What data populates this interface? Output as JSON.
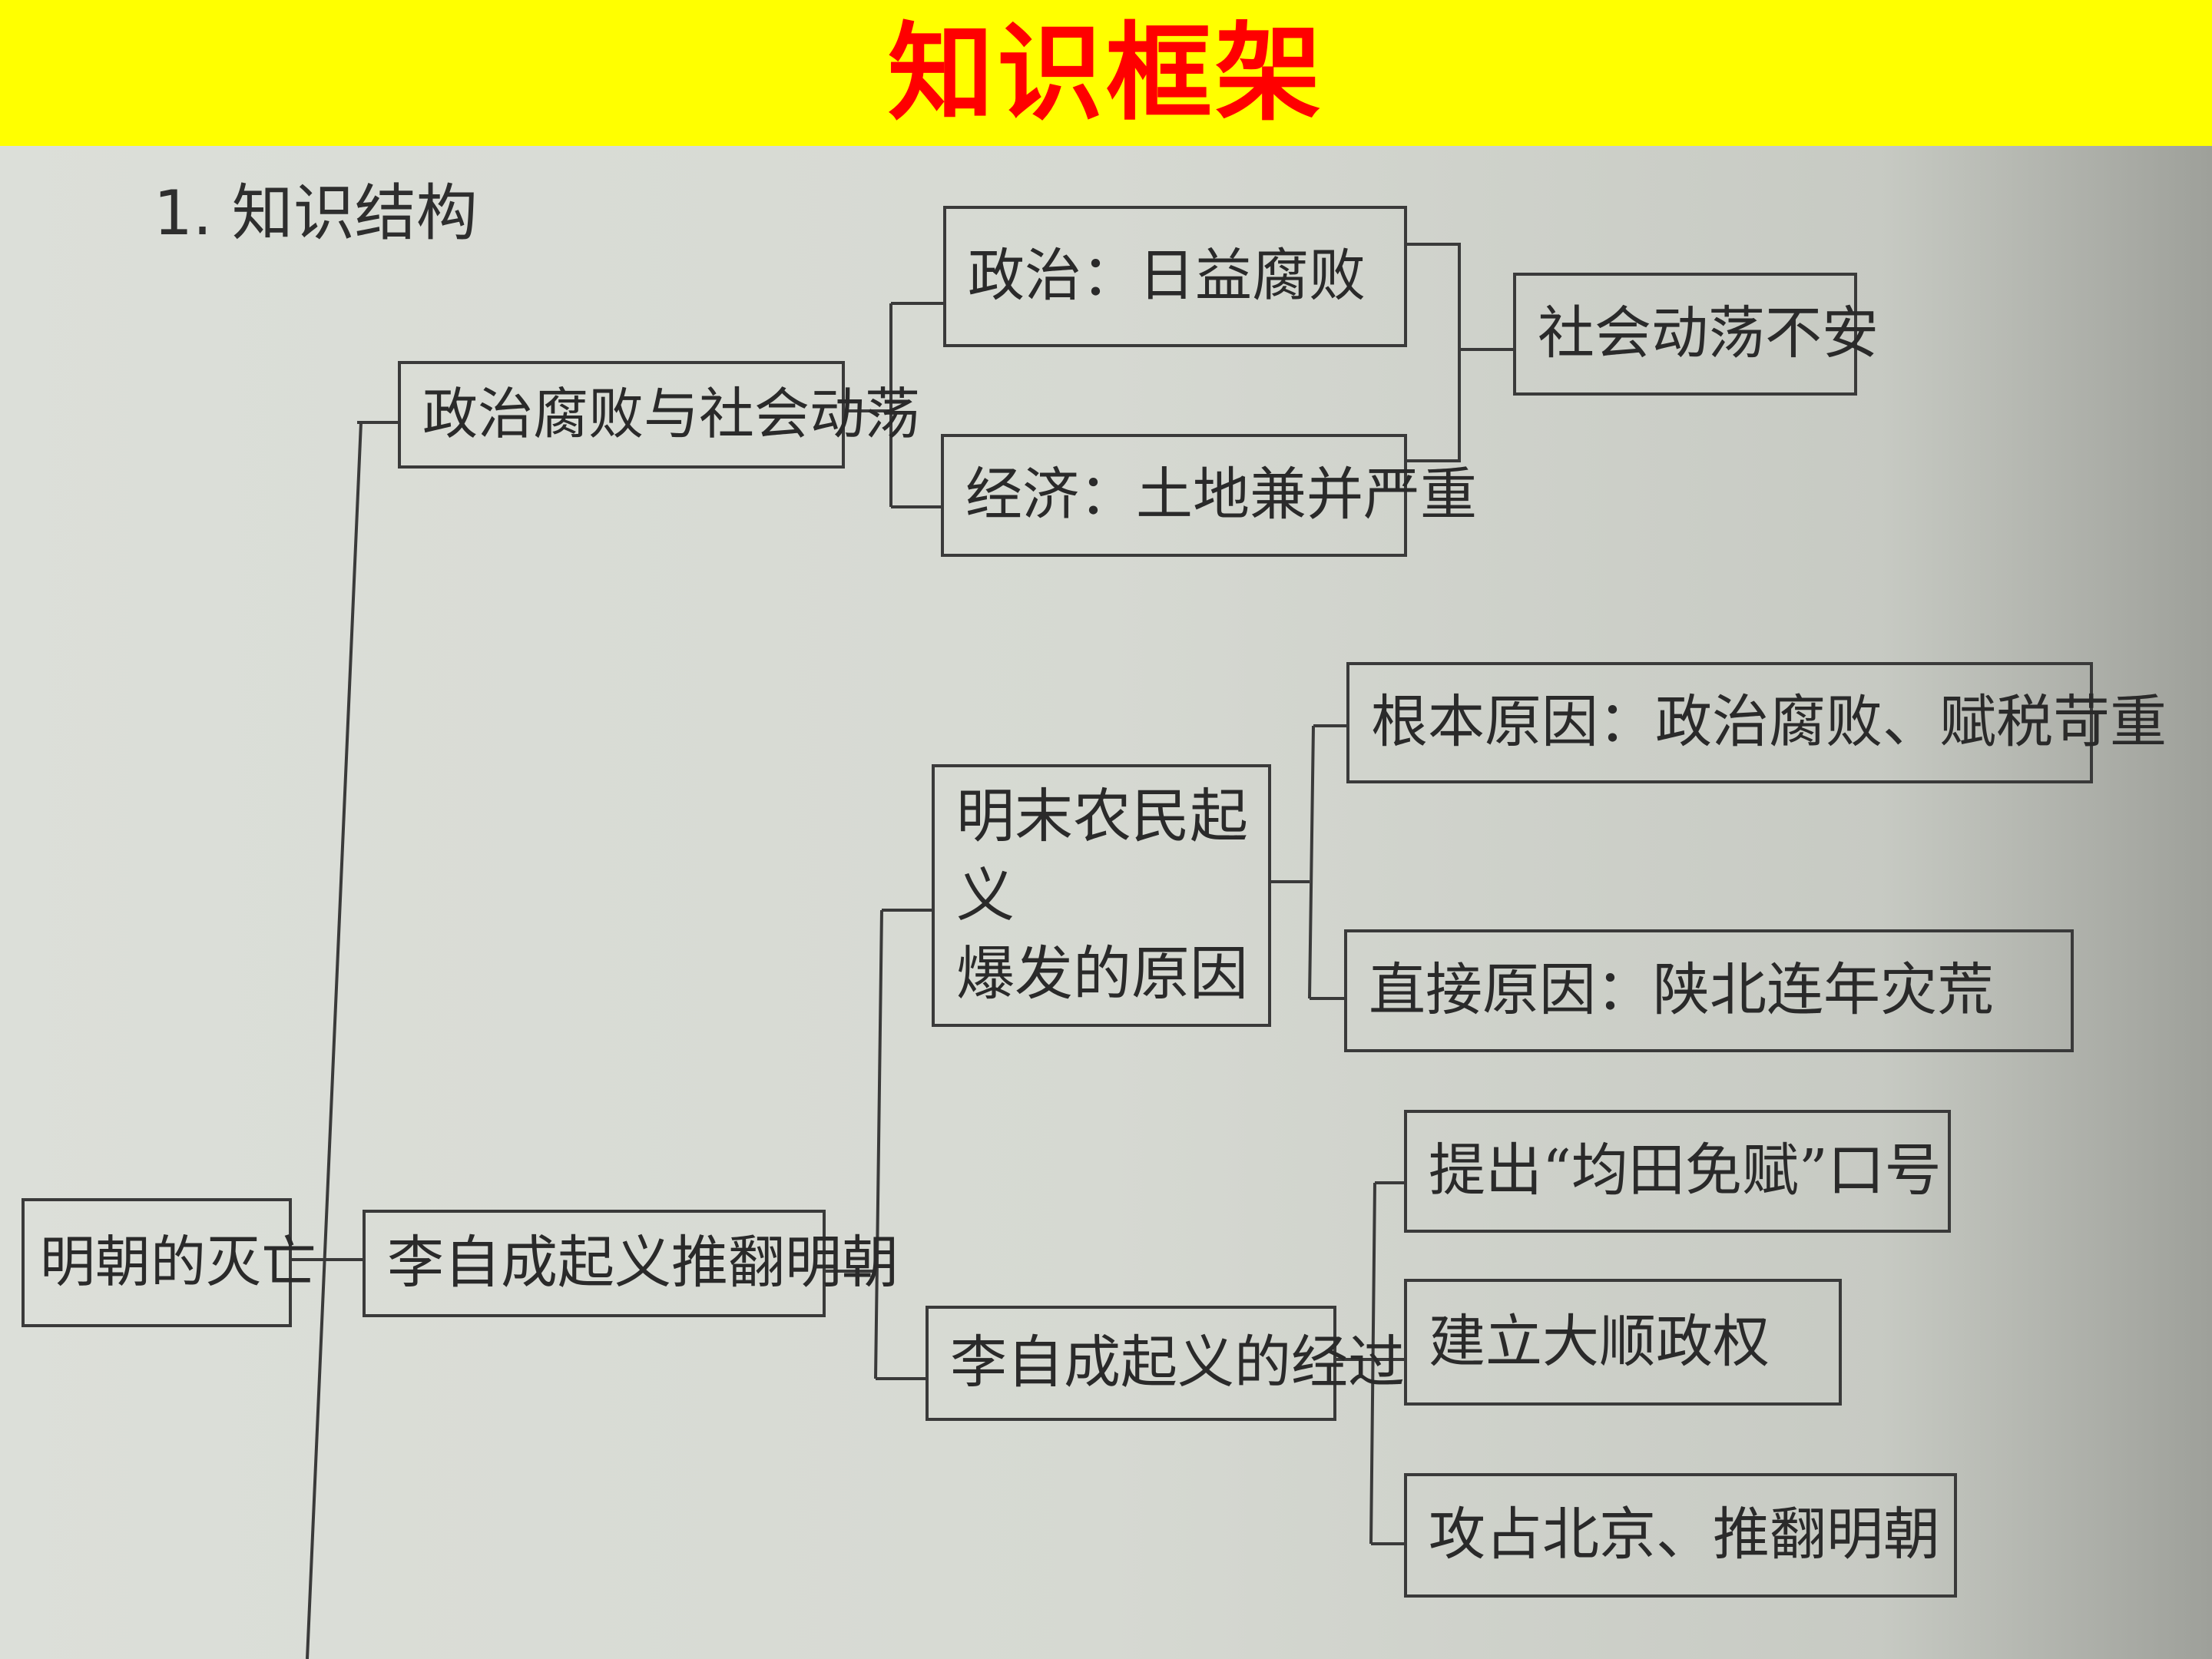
{
  "banner": {
    "title": "知识框架"
  },
  "section": {
    "title": "1. 知识结构"
  },
  "diagram": {
    "root": "明朝的灭亡",
    "branch1": {
      "label": "政治腐败与社会动荡",
      "politics": "政治：日益腐败",
      "economy": "经济：土地兼并严重",
      "result": "社会动荡不安"
    },
    "branch2": {
      "label": "李自成起义推翻明朝",
      "causes": {
        "label": "明末农民起义\n爆发的原因",
        "fundamental": "根本原因：政治腐败、赋税苛重",
        "direct": "直接原因：陕北连年灾荒"
      },
      "process": {
        "label": "李自成起义的经过",
        "slogan": "提出“均田免赋”口号",
        "regime": "建立大顺政权",
        "capture": "攻占北京、推翻明朝"
      }
    }
  }
}
